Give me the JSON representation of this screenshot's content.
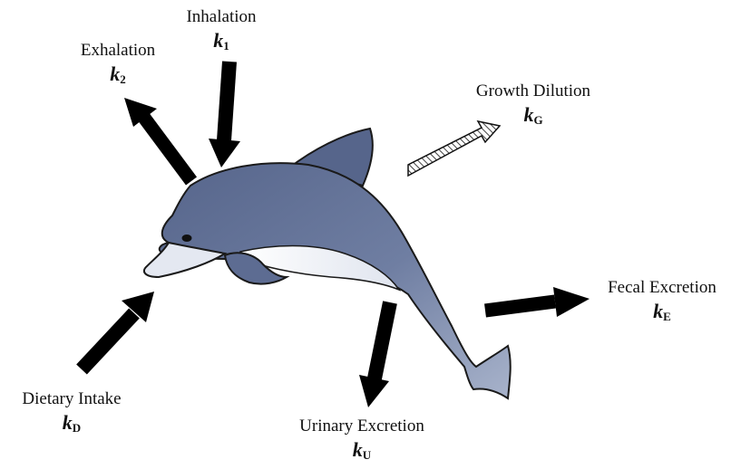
{
  "processes": {
    "inhalation": {
      "name": "Inhalation",
      "symbol": "k",
      "subscript": "1"
    },
    "exhalation": {
      "name": "Exhalation",
      "symbol": "k",
      "subscript": "2"
    },
    "growth_dilution": {
      "name": "Growth Dilution",
      "symbol": "k",
      "subscript": "G"
    },
    "fecal_excretion": {
      "name": "Fecal Excretion",
      "symbol": "k",
      "subscript": "E"
    },
    "urinary_excretion": {
      "name": "Urinary Excretion",
      "symbol": "k",
      "subscript": "U"
    },
    "dietary_intake": {
      "name": "Dietary Intake",
      "symbol": "k",
      "subscript": "D"
    }
  },
  "colors": {
    "arrow": "#000000",
    "dolphin_dark": "#4f5f86",
    "dolphin_light": "#e9ecf4",
    "outline": "#1a1a1a"
  }
}
